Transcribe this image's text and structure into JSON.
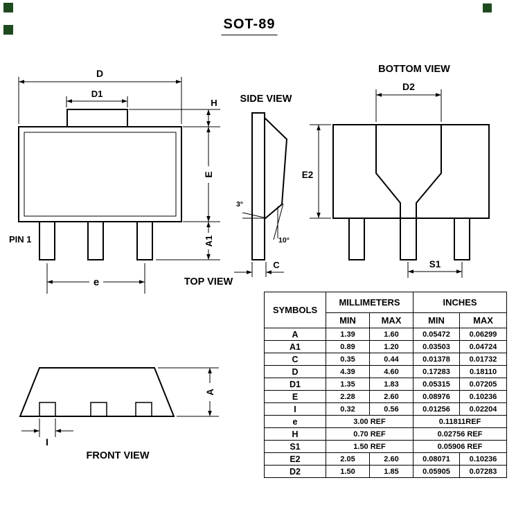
{
  "page": {
    "title": "SOT-89"
  },
  "decorations": {
    "corner_marker_color": "#1e4a20"
  },
  "views": {
    "top": {
      "title": "TOP VIEW",
      "pin1_label": "PIN 1",
      "dims": {
        "D": "D",
        "D1": "D1",
        "H": "H",
        "E": "E",
        "A1": "A1",
        "e": "e"
      }
    },
    "side": {
      "title": "SIDE VIEW",
      "dims": {
        "C": "C",
        "angle3": "3°",
        "angle10": "10°"
      }
    },
    "bottom": {
      "title": "BOTTOM VIEW",
      "dims": {
        "D2": "D2",
        "E2": "E2",
        "S1": "S1"
      }
    },
    "front": {
      "title": "FRONT VIEW",
      "dims": {
        "A": "A",
        "I": "I"
      }
    }
  },
  "table": {
    "headers": {
      "symbols": "SYMBOLS",
      "millimeters": "MILLIMETERS",
      "inches": "INCHES",
      "min": "MIN",
      "max": "MAX"
    },
    "rows": [
      {
        "symbol": "A",
        "mm_min": "1.39",
        "mm_max": "1.60",
        "in_min": "0.05472",
        "in_max": "0.06299"
      },
      {
        "symbol": "A1",
        "mm_min": "0.89",
        "mm_max": "1.20",
        "in_min": "0.03503",
        "in_max": "0.04724"
      },
      {
        "symbol": "C",
        "mm_min": "0.35",
        "mm_max": "0.44",
        "in_min": "0.01378",
        "in_max": "0.01732"
      },
      {
        "symbol": "D",
        "mm_min": "4.39",
        "mm_max": "4.60",
        "in_min": "0.17283",
        "in_max": "0.18110"
      },
      {
        "symbol": "D1",
        "mm_min": "1.35",
        "mm_max": "1.83",
        "in_min": "0.05315",
        "in_max": "0.07205"
      },
      {
        "symbol": "E",
        "mm_min": "2.28",
        "mm_max": "2.60",
        "in_min": "0.08976",
        "in_max": "0.10236"
      },
      {
        "symbol": "I",
        "mm_min": "0.32",
        "mm_max": "0.56",
        "in_min": "0.01256",
        "in_max": "0.02204"
      },
      {
        "symbol": "e",
        "span": true,
        "mm": "3.00 REF",
        "in": "0.11811REF"
      },
      {
        "symbol": "H",
        "span": true,
        "mm": "0.70 REF",
        "in": "0.02756 REF"
      },
      {
        "symbol": "S1",
        "span": true,
        "mm": "1.50 REF",
        "in": "0.05906 REF"
      },
      {
        "symbol": "E2",
        "mm_min": "2.05",
        "mm_max": "2.60",
        "in_min": "0.08071",
        "in_max": "0.10236"
      },
      {
        "symbol": "D2",
        "mm_min": "1.50",
        "mm_max": "1.85",
        "in_min": "0.05905",
        "in_max": "0.07283"
      }
    ]
  }
}
